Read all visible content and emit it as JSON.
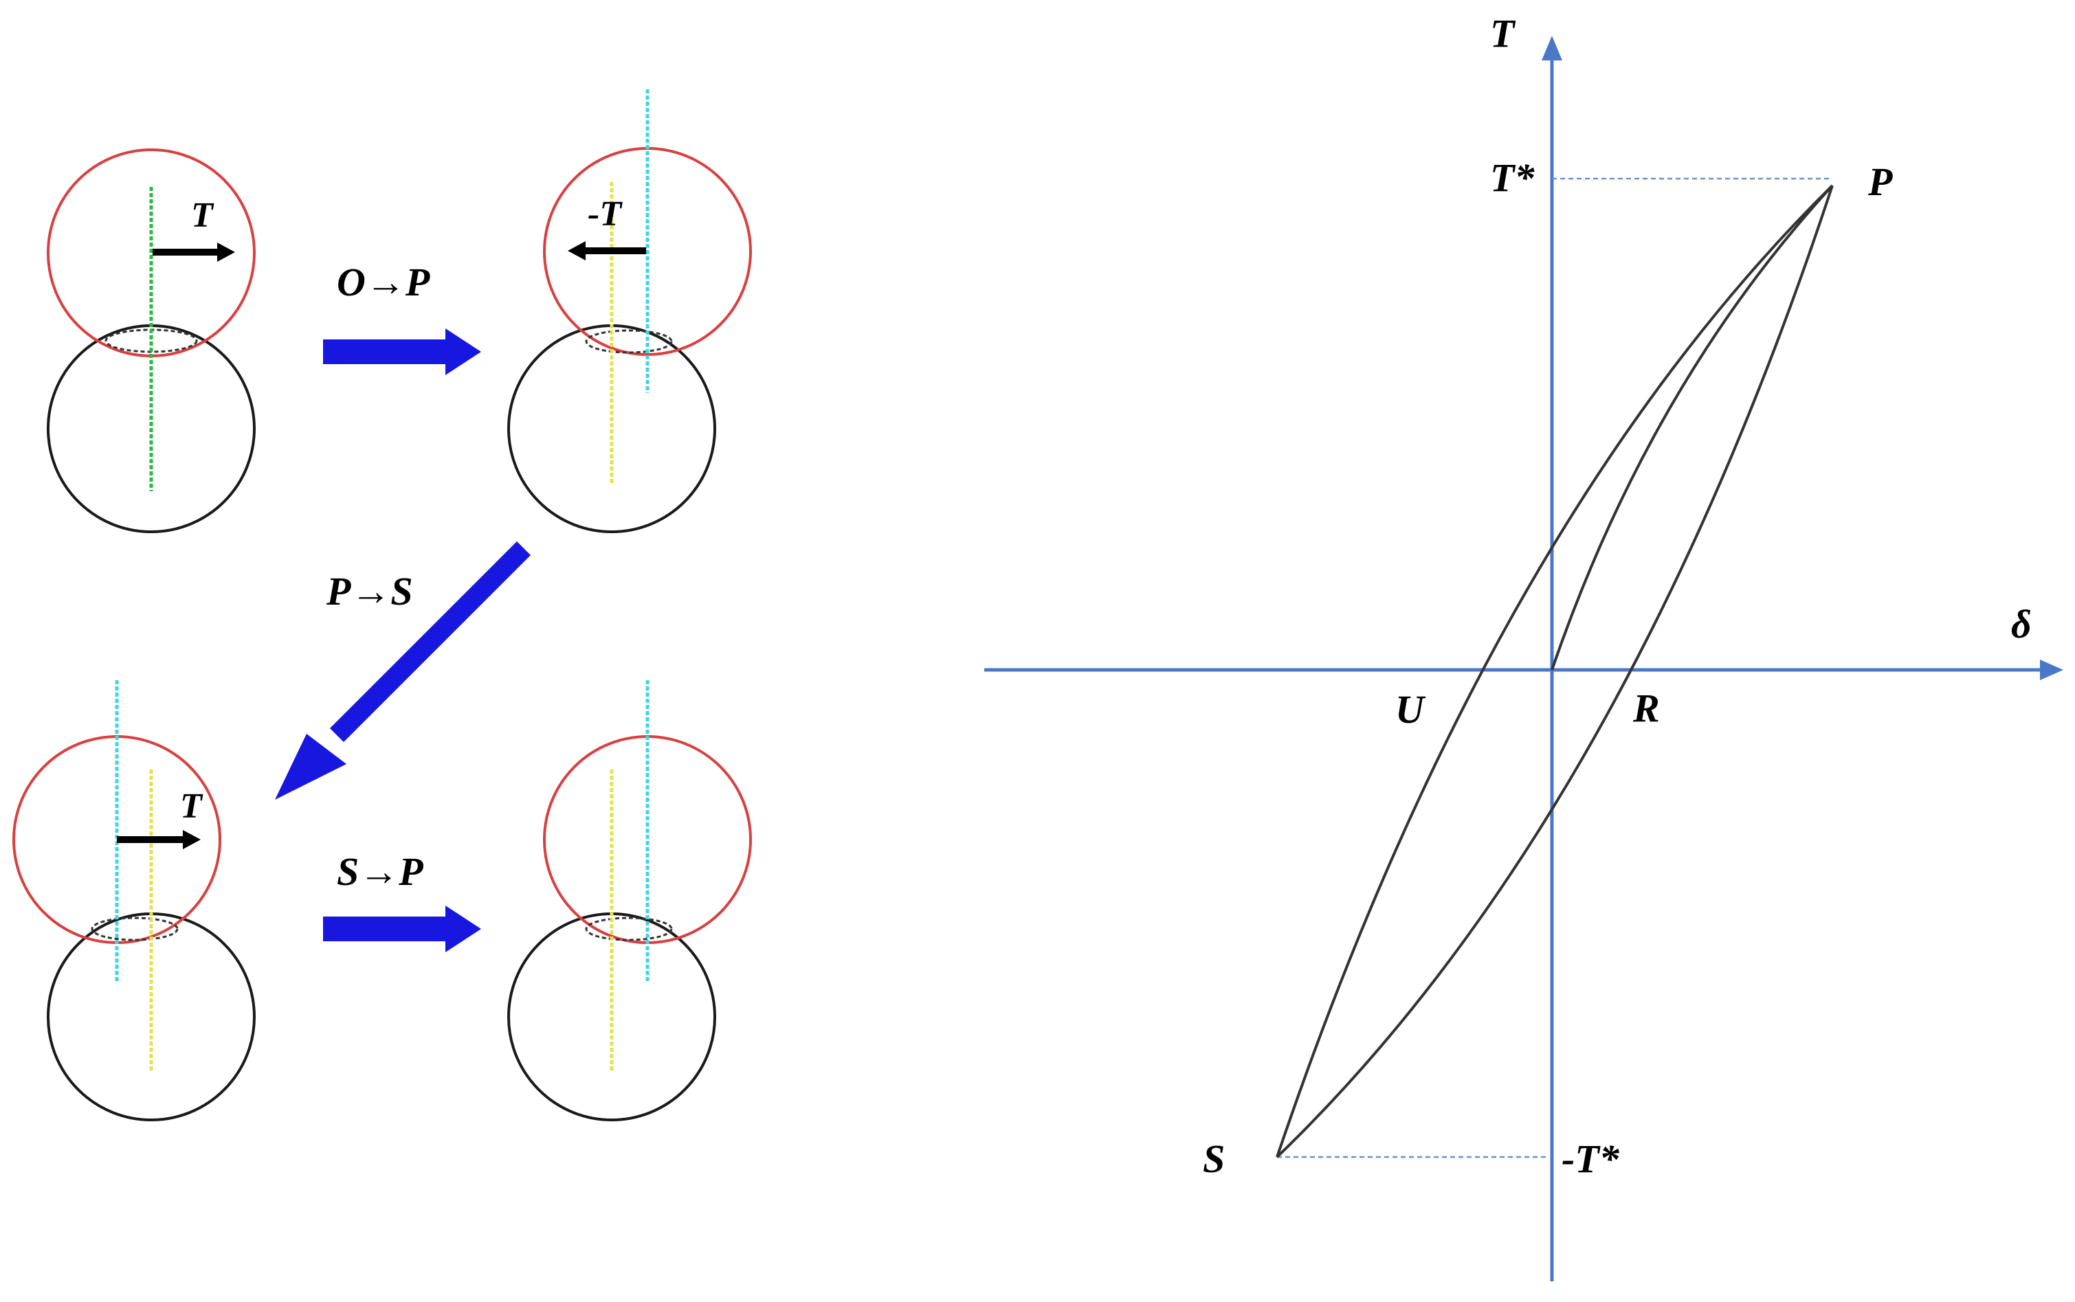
{
  "colors": {
    "contact_circle": "#d94040",
    "base_circle": "#1a1a1a",
    "initial_centerline": "#2db84a",
    "yellow_centerline": "#e8e04a",
    "cyan_centerline": "#3fd6e6",
    "transition_arrow": "#1717e0",
    "force_arrow": "#000000",
    "axis": "#4a78c8",
    "curve": "#333333",
    "guide_line": "#6b8fd0"
  },
  "process_panels": {
    "panel_op": {
      "force_label": "T"
    },
    "panel_p": {
      "force_label": "-T"
    },
    "panel_s": {
      "force_label": "T"
    },
    "panel_final": {}
  },
  "transitions": {
    "o_to_p": "O→P",
    "p_to_s": "P→S",
    "s_to_p": "S→P"
  },
  "hysteresis_plot": {
    "y_axis_label": "T",
    "x_axis_label": "δ",
    "y_tick_top": "T*",
    "y_tick_bottom": "-T*",
    "points": {
      "P": "P",
      "S": "S",
      "U": "U",
      "R": "R"
    },
    "icons": [
      "arrowhead-icon"
    ]
  }
}
